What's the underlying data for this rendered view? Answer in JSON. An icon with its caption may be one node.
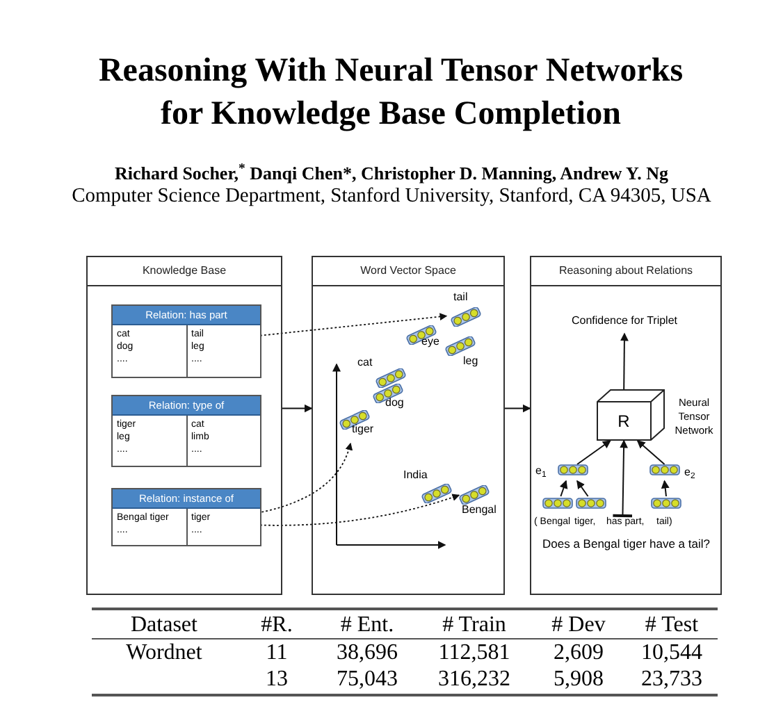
{
  "diagram": {
    "title": "Reasoning With Neural Tensor Networks for Knowledge Base Completion",
    "nodes": [
      {
        "text": [
          "Knowledge Base"
        ]
      },
      {
        "text": [
          "Relation: has part"
        ],
        "in": 0
      },
      {
        "text": [
          "cat",
          "dog",
          "...."
        ],
        "in": 1
      },
      {
        "text": [
          "tail",
          "leg",
          "...."
        ],
        "in": 1
      },
      {
        "text": [
          "Relation: type of"
        ],
        "in": 0
      },
      {
        "text": [
          "tiger",
          "leg",
          "...."
        ],
        "in": 4
      },
      {
        "text": [
          "cat",
          "limb",
          "...."
        ],
        "in": 4
      },
      {
        "text": [
          "Relation: instance of"
        ],
        "in": 0
      },
      {
        "text": [
          "Bengal tiger",
          "...."
        ],
        "in": 7
      },
      {
        "text": [
          "tiger",
          "...."
        ],
        "in": 7
      },
      {
        "text": [
          "Word Vector Space"
        ]
      },
      {
        "text": [
          "tail"
        ],
        "in": 10
      },
      {
        "text": [
          "eye"
        ],
        "in": 10
      },
      {
        "text": [
          "leg"
        ],
        "in": 10
      },
      {
        "text": [
          "cat"
        ],
        "in": 10
      },
      {
        "text": [
          "dog"
        ],
        "in": 10
      },
      {
        "text": [
          "tiger"
        ],
        "in": 10
      },
      {
        "text": [
          "India"
        ],
        "in": 10
      },
      {
        "text": [
          "Bengal"
        ],
        "in": 10
      },
      {
        "text": [
          "Reasoning about Relations"
        ]
      },
      {
        "text": [
          "Confidence for Triplet"
        ],
        "in": 19
      },
      {
        "text": [
          "R"
        ],
        "beside": [
          "Neural Tensor Network"
        ],
        "in": 19
      },
      {
        "text": [
          "e$_{1}$"
        ],
        "in": 19
      },
      {
        "text": [
          "e$_{2}$"
        ],
        "in": 19
      },
      {
        "text": [],
        "shape": "picture",
        "in": 19
      },
      {
        "text": [],
        "shape": "picture",
        "in": 19
      },
      {
        "text": [],
        "shape": "picture",
        "in": 19
      },
      {
        "text": [
          "( Bengal"
        ],
        "in": 19
      },
      {
        "text": [
          "tiger,"
        ],
        "in": 19
      },
      {
        "text": [
          "has part,"
        ],
        "in": 19
      },
      {
        "text": [
          "tail)"
        ],
        "in": 19
      }
    ],
    "edges": [
      {
        "from": 0,
        "to": 10,
        "arrow": "to"
      },
      {
        "from": 10,
        "to": 19,
        "arrow": "to"
      },
      {
        "from": 3,
        "to": 11,
        "arrow": "to",
        "style": "dashed"
      },
      {
        "from": 8,
        "to": 16,
        "arrow": "to",
        "style": "dashed"
      },
      {
        "from": 9,
        "to": 18,
        "arrow": "to",
        "style": "dashed"
      },
      {
        "from": 21,
        "to": 20,
        "arrow": "to"
      },
      {
        "from": 22,
        "to": 21,
        "arrow": "to"
      },
      {
        "from": 23,
        "to": 21,
        "arrow": "to"
      },
      {
        "from": 29,
        "to": 21,
        "arrow": "to"
      },
      {
        "from": 24,
        "to": 22,
        "arrow": "to"
      },
      {
        "from": 25,
        "to": 22,
        "arrow": "to"
      },
      {
        "from": 26,
        "to": 23,
        "arrow": "to"
      }
    ],
    "labels": [
      "Richard Socher,$^{*}$ Danqi Chen*, Christopher D. Manning, Andrew Y. Ng",
      "Computer Science Department, Stanford University, Stanford, CA 94305, USA",
      "Does a Bengal tiger have a tail?",
      "Dataset",
      "#R.",
      "# Ent.",
      "# Train",
      "# Dev",
      "# Test",
      "Wordnet",
      "11",
      "38,696",
      "112,581",
      "2,609",
      "10,544",
      "13",
      "75,043",
      "316,232",
      "5,908",
      "23,733"
    ]
  }
}
